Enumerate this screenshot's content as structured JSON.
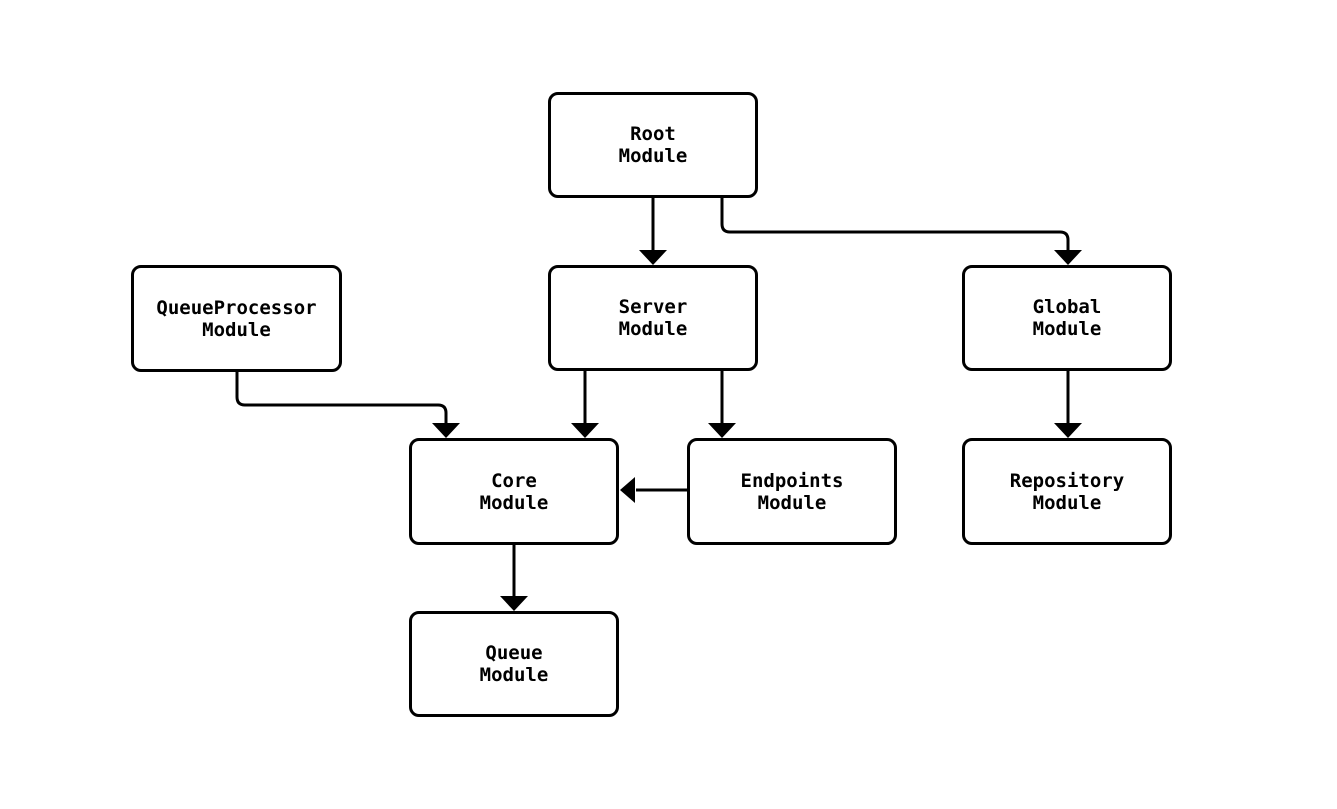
{
  "diagram": {
    "type": "module-dependency-flowchart",
    "background_color": "#ffffff",
    "node_fill_color": "#ffffff",
    "line_color": "#000000",
    "nodes": [
      {
        "id": "root",
        "line1": "Root",
        "line2": "Module"
      },
      {
        "id": "server",
        "line1": "Server",
        "line2": "Module"
      },
      {
        "id": "queueprocessor",
        "line1": "QueueProcessor",
        "line2": "Module"
      },
      {
        "id": "global",
        "line1": "Global",
        "line2": "Module"
      },
      {
        "id": "core",
        "line1": "Core",
        "line2": "Module"
      },
      {
        "id": "endpoints",
        "line1": "Endpoints",
        "line2": "Module"
      },
      {
        "id": "repository",
        "line1": "Repository",
        "line2": "Module"
      },
      {
        "id": "queue",
        "line1": "Queue",
        "line2": "Module"
      }
    ],
    "edges": [
      {
        "from": "Root Module",
        "to": "Server Module"
      },
      {
        "from": "Root Module",
        "to": "Global Module"
      },
      {
        "from": "QueueProcessor Module",
        "to": "Core Module"
      },
      {
        "from": "Server Module",
        "to": "Core Module"
      },
      {
        "from": "Server Module",
        "to": "Endpoints Module"
      },
      {
        "from": "Endpoints Module",
        "to": "Core Module"
      },
      {
        "from": "Global Module",
        "to": "Repository Module"
      },
      {
        "from": "Core Module",
        "to": "Queue Module"
      }
    ]
  }
}
